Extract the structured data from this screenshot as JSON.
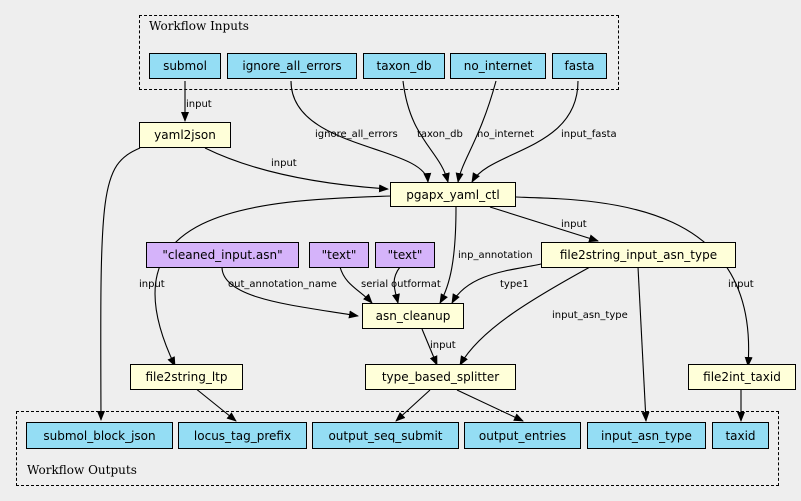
{
  "clusters": {
    "inputs_label": "Workflow Inputs",
    "outputs_label": "Workflow Outputs"
  },
  "inputs": {
    "submol": "submol",
    "ignore_all_errors": "ignore_all_errors",
    "taxon_db": "taxon_db",
    "no_internet": "no_internet",
    "fasta": "fasta"
  },
  "steps": {
    "yaml2json": "yaml2json",
    "pgapx_yaml_ctl": "pgapx_yaml_ctl",
    "file2string_input_asn_type": "file2string_input_asn_type",
    "asn_cleanup": "asn_cleanup",
    "file2string_ltp": "file2string_ltp",
    "type_based_splitter": "type_based_splitter",
    "file2int_taxid": "file2int_taxid"
  },
  "constants": {
    "cleaned_input": "\"cleaned_input.asn\"",
    "text1": "\"text\"",
    "text2": "\"text\""
  },
  "outputs": {
    "submol_block_json": "submol_block_json",
    "locus_tag_prefix": "locus_tag_prefix",
    "output_seq_submit": "output_seq_submit",
    "output_entries": "output_entries",
    "input_asn_type": "input_asn_type",
    "taxid": "taxid"
  },
  "edge_labels": {
    "submol_input": "input",
    "ignore_all_errors": "ignore_all_errors",
    "taxon_db": "taxon_db",
    "no_internet": "no_internet",
    "input_fasta": "input_fasta",
    "yaml2json_input": "input",
    "ctl_to_file2string_input": "input",
    "inp_annotation": "inp_annotation",
    "ltp_input": "input",
    "taxid_input": "input",
    "out_annotation_name": "out_annotation_name",
    "serial": "serial",
    "outformat": "outformat",
    "type1": "type1",
    "input_asn_type": "input_asn_type",
    "cleanup_input": "input"
  }
}
